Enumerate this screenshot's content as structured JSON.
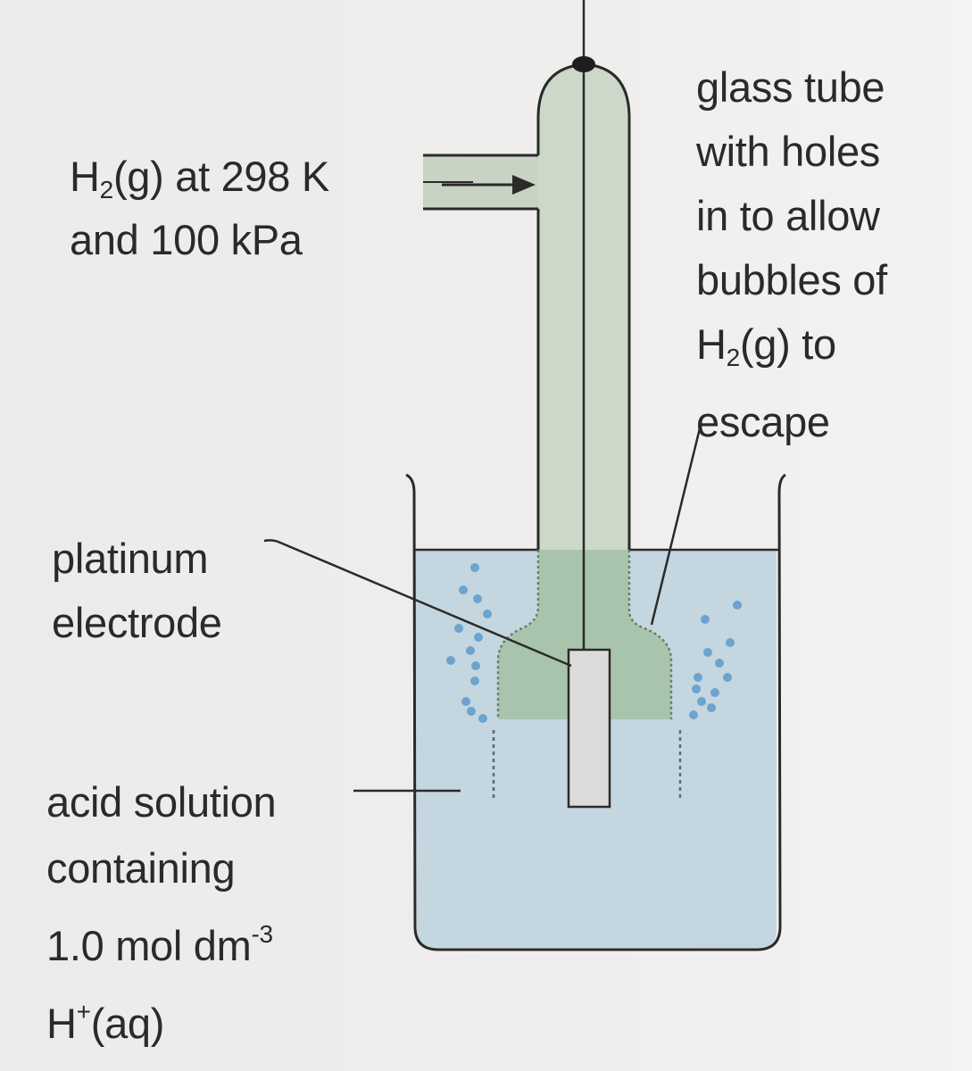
{
  "labels": {
    "h2_inlet": {
      "species": "H",
      "species_sub": "2",
      "line1_rest": "(g) at 298 K",
      "line2": "and 100 kPa"
    },
    "glass_tube": {
      "line1": "glass tube",
      "line2": "with holes",
      "line3": "in to allow",
      "line4": "bubbles of",
      "line5_species": "H",
      "line5_sub": "2",
      "line5_rest": "(g) to",
      "line6": "escape"
    },
    "platinum": {
      "line1": "platinum",
      "line2": "electrode"
    },
    "acid": {
      "line1": "acid solution",
      "line2": "containing",
      "line3_main": "1.0 mol dm",
      "line3_sup": "-3",
      "line4_species": "H",
      "line4_sup": "+",
      "line4_rest": "(aq)"
    }
  },
  "colors": {
    "background": "#eeedeb",
    "solution": "#c4d6df",
    "tube_glass": "#cdd8c9",
    "tube_below_surface": "#a9c4ad",
    "bubbles": "#6ca3cf",
    "electrode": "#dcdbd9",
    "outline": "#2b2a2a"
  }
}
